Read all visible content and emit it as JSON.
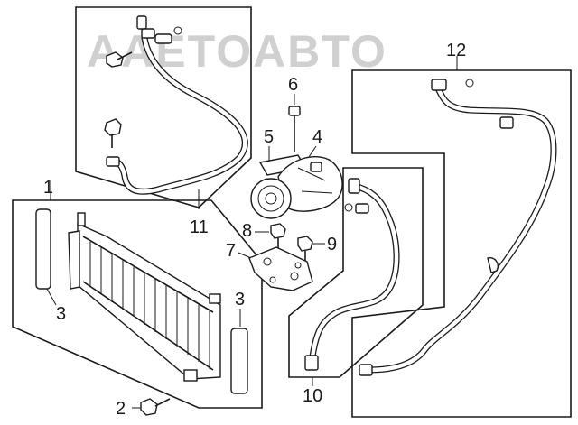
{
  "watermark": "AAETOABTO",
  "callouts": {
    "c1": "1",
    "c2": "2",
    "c3a": "3",
    "c3b": "3",
    "c4": "4",
    "c5": "5",
    "c6": "6",
    "c7": "7",
    "c8": "8",
    "c9": "9",
    "c10": "10",
    "c11": "11",
    "c12": "12"
  }
}
